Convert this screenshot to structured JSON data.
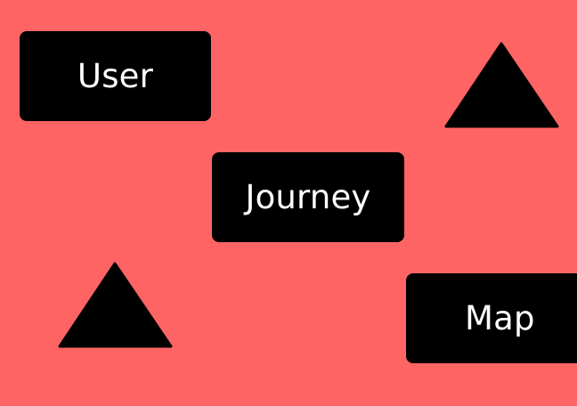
{
  "colors": {
    "background": "#ff6464",
    "tile": "#000000",
    "tile_text": "#ffffff",
    "triangle": "#000000"
  },
  "tiles": {
    "user": {
      "label": "User"
    },
    "journey": {
      "label": "Journey"
    },
    "map": {
      "label": "Map"
    }
  },
  "shapes": {
    "triangle_top_right": {
      "icon": "triangle-icon"
    },
    "triangle_bottom_left": {
      "icon": "triangle-icon"
    }
  }
}
